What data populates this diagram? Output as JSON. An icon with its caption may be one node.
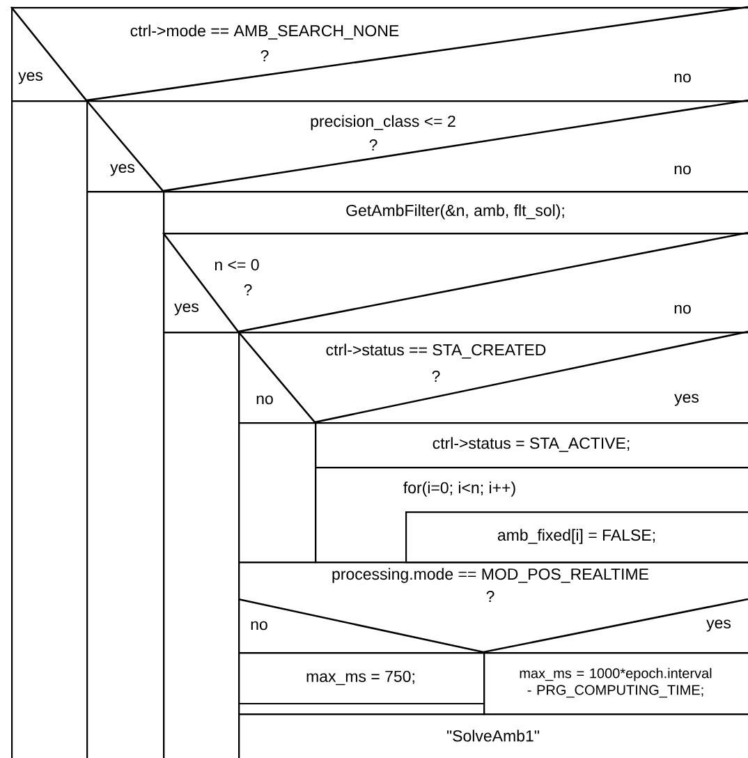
{
  "diagram": {
    "nodes": [
      {
        "text": [
          "ctrl->mode == AMB_SEARCH_NONE",
          "?",
          "yes",
          "no"
        ]
      },
      {
        "text": [],
        "shape": "box"
      },
      {
        "text": [
          "precision_class <= 2",
          "?",
          "yes",
          "no"
        ]
      },
      {
        "text": [],
        "shape": "box"
      },
      {
        "text": [
          "GetAmbFilter(&n, amb, flt_sol);"
        ]
      },
      {
        "text": [
          "n <= 0",
          "?",
          "yes",
          "no"
        ]
      },
      {
        "text": [],
        "shape": "box"
      },
      {
        "text": [
          "ctrl->status == STA_CREATED",
          "?",
          "no",
          "yes"
        ]
      },
      {
        "text": [],
        "shape": "box"
      },
      {
        "text": [
          "ctrl->status = STA_ACTIVE;"
        ]
      },
      {
        "text": [
          "for(i=0; i<n; i++)"
        ]
      },
      {
        "text": [
          "amb_fixed[i] = FALSE;"
        ],
        "in": 10
      },
      {
        "text": [
          "processing.mode == MOD_POS_REALTIME",
          "?",
          "no",
          "yes"
        ]
      },
      {
        "text": [
          "max_ms = 750;"
        ]
      },
      {
        "text": [
          "max_ms = 1000*epoch.interval - PRG_COMPUTING_TIME;"
        ]
      },
      {
        "text": [
          "\"SolveAmb1\""
        ]
      }
    ]
  }
}
